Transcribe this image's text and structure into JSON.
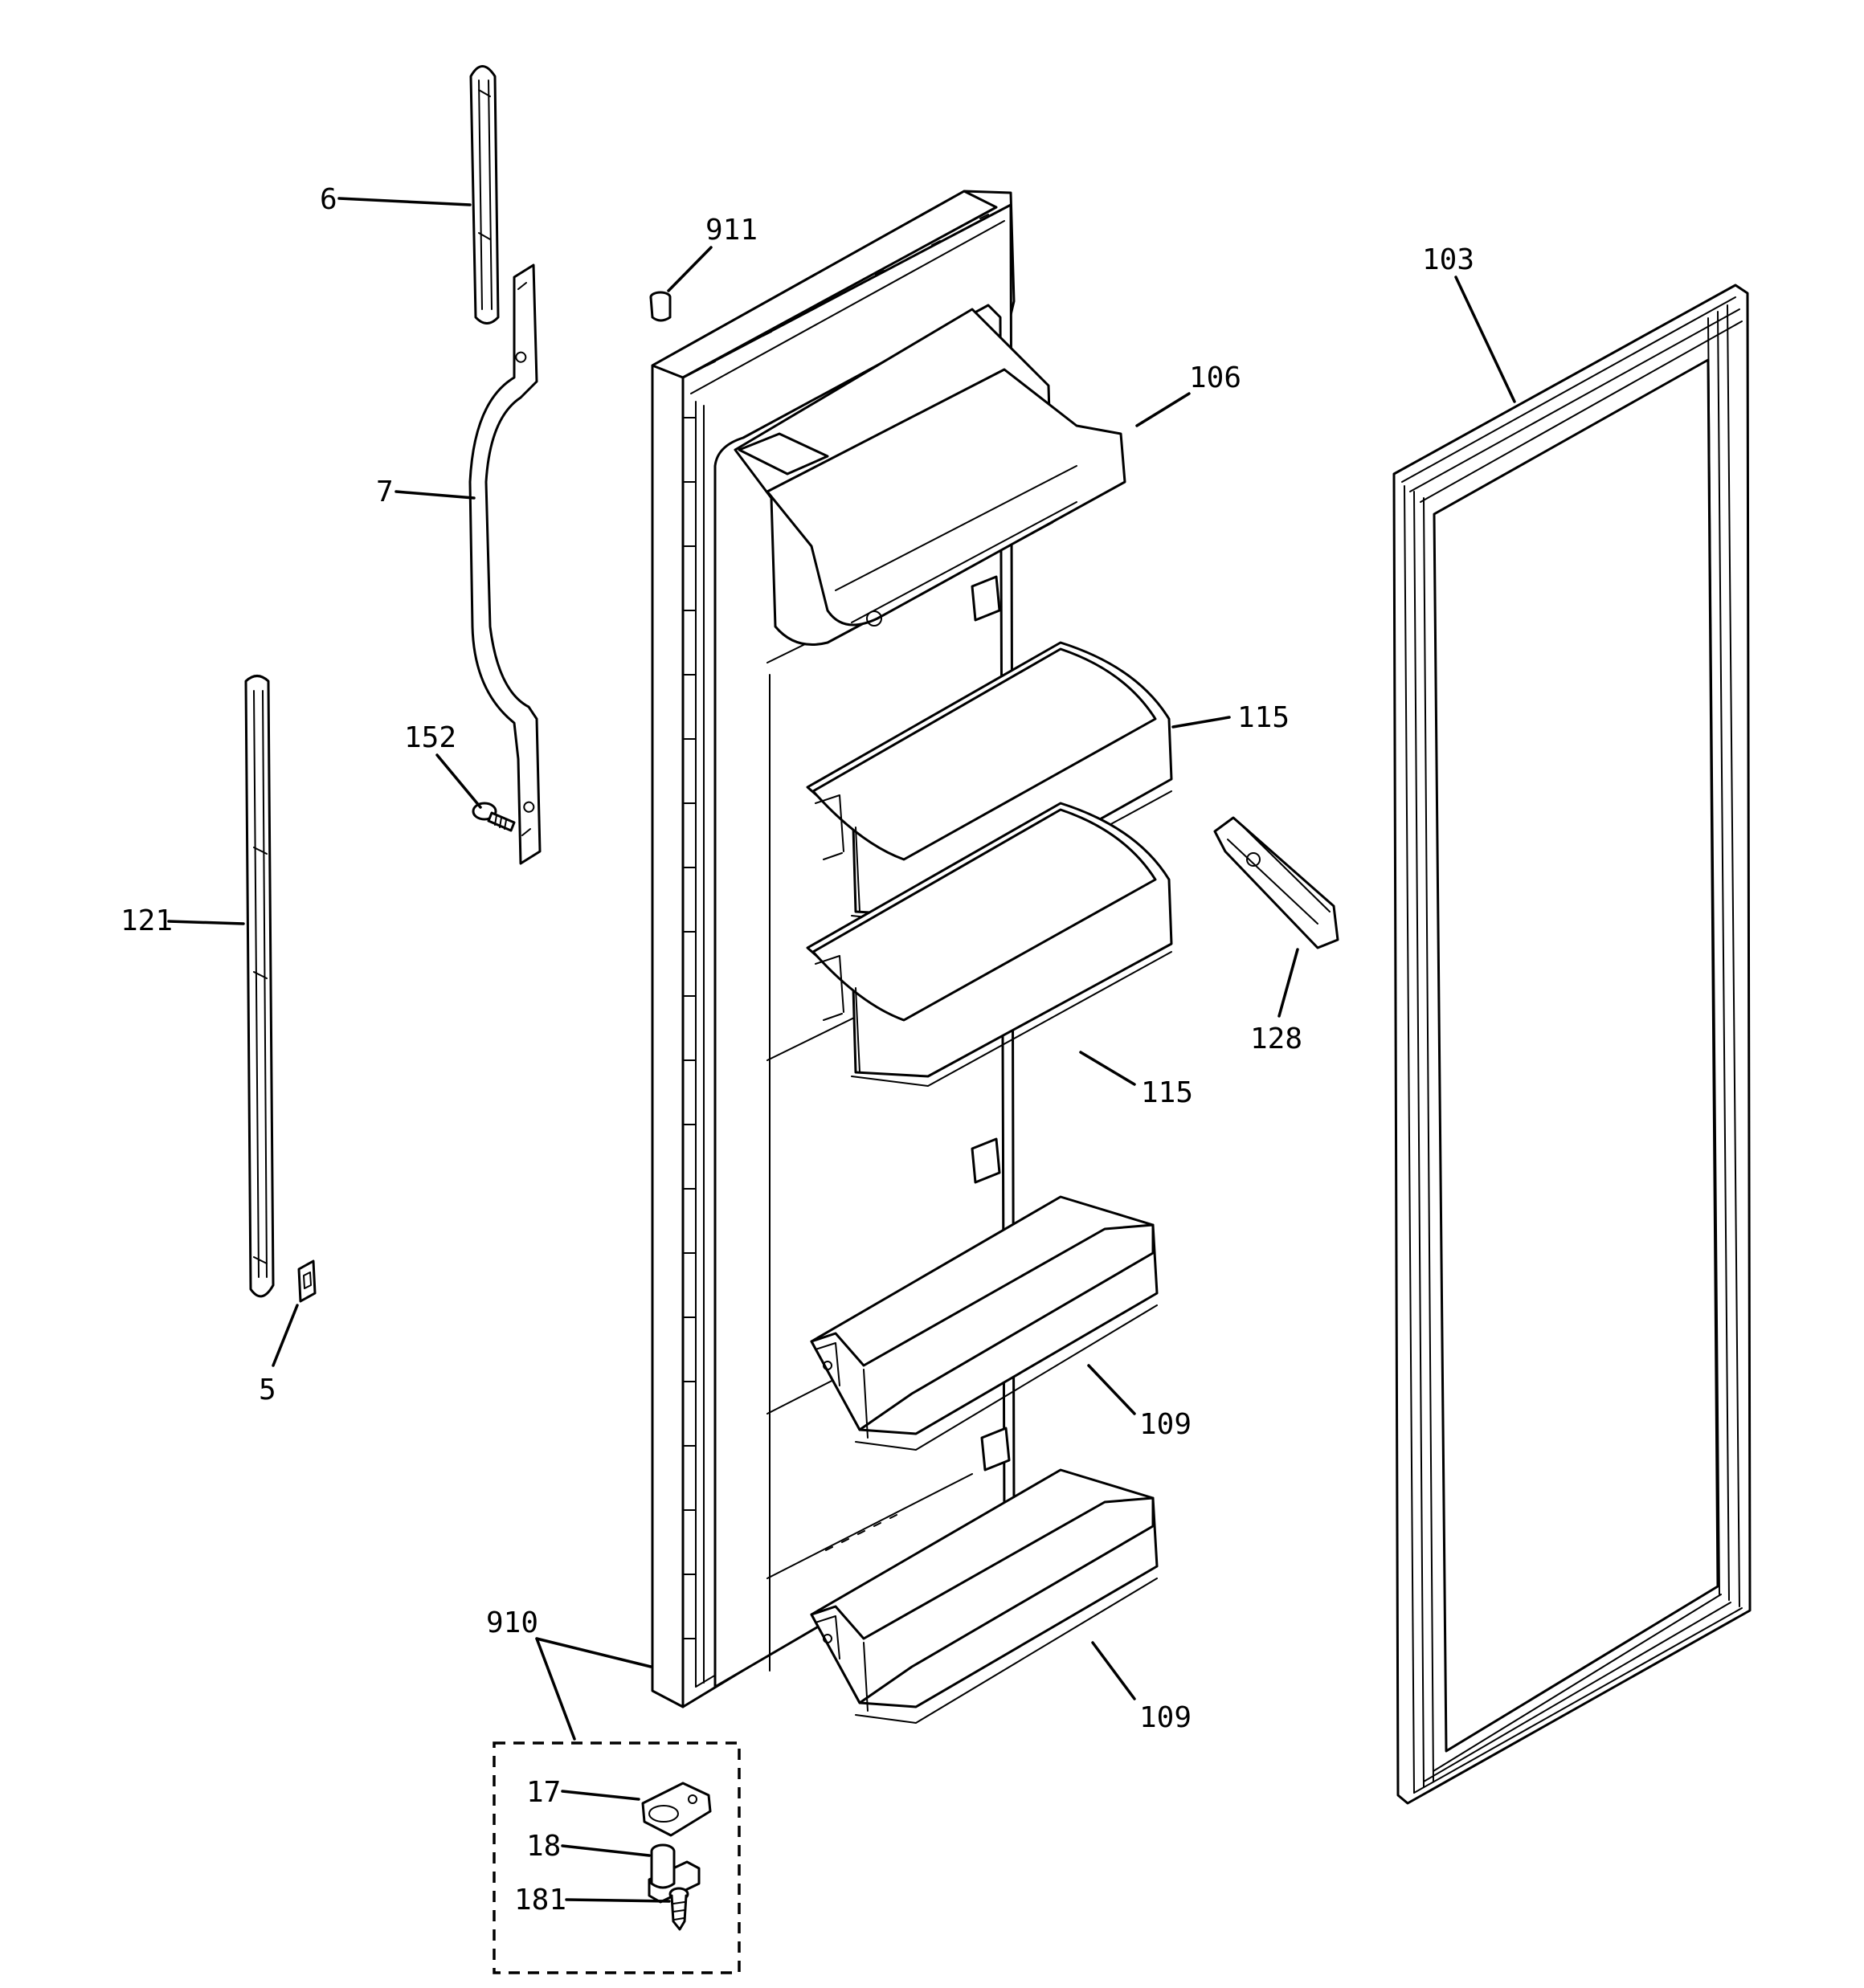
{
  "callouts": {
    "c6": "6",
    "c7": "7",
    "c911": "911",
    "c103": "103",
    "c106": "106",
    "c152": "152",
    "c115a": "115",
    "c121": "121",
    "c128": "128",
    "c115b": "115",
    "c5": "5",
    "c109a": "109",
    "c910": "910",
    "c109b": "109",
    "c17": "17",
    "c18": "18",
    "c181": "181"
  },
  "parts": [
    {
      "ref": "6",
      "kind": "door-trim-top"
    },
    {
      "ref": "7",
      "kind": "door-handle"
    },
    {
      "ref": "911",
      "kind": "door-plug"
    },
    {
      "ref": "103",
      "kind": "door-gasket"
    },
    {
      "ref": "106",
      "kind": "dairy-door"
    },
    {
      "ref": "152",
      "kind": "handle-screw"
    },
    {
      "ref": "115",
      "kind": "door-bin-upper"
    },
    {
      "ref": "121",
      "kind": "door-trim-side"
    },
    {
      "ref": "128",
      "kind": "bin-end-cap"
    },
    {
      "ref": "5",
      "kind": "trim-end-cap"
    },
    {
      "ref": "109",
      "kind": "door-bin-lower"
    },
    {
      "ref": "910",
      "kind": "hinge-kit"
    },
    {
      "ref": "17",
      "kind": "hinge-bracket"
    },
    {
      "ref": "18",
      "kind": "hinge-pin"
    },
    {
      "ref": "181",
      "kind": "hinge-screw"
    }
  ]
}
